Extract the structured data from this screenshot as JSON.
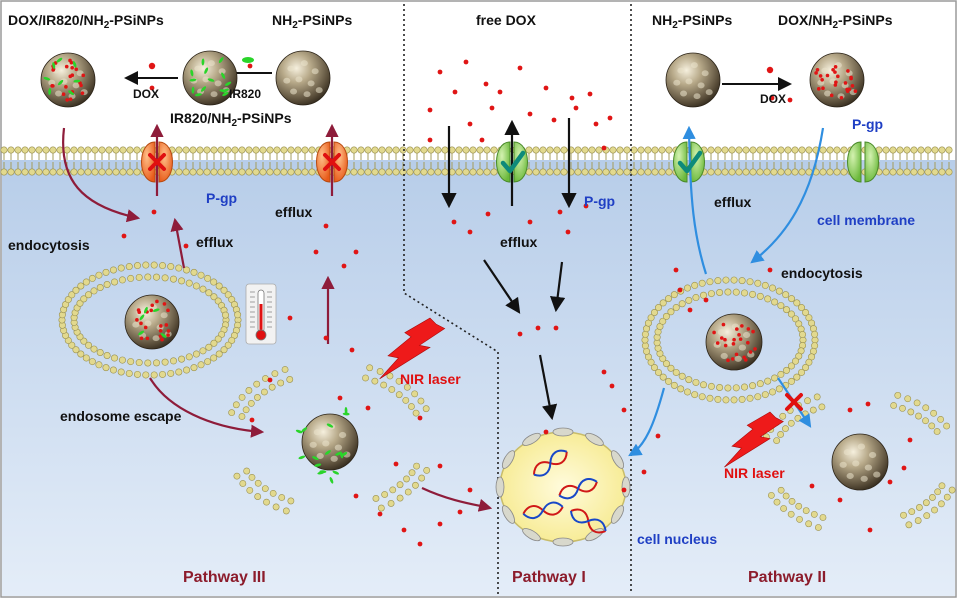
{
  "labels": {
    "title_left_a": "DOX/IR820/NH",
    "title_left_b": "-PSiNPs",
    "nh2_left_a": "NH",
    "nh2_left_b": "-PSiNPs",
    "dox_arrow_left": "DOX",
    "ir820_arrow": "IR820",
    "ir820_nh2_a": "IR820/NH",
    "ir820_nh2_b": "-PSiNPs",
    "free_dox": "free DOX",
    "nh2_right_a": "NH",
    "nh2_right_b": "-PSiNPs",
    "dox_nh2_right_a": "DOX/NH",
    "dox_nh2_right_b": "-PSiNPs",
    "dox_arrow_right": "DOX",
    "subscript_2": "2",
    "pgp_left": "P-gp",
    "pgp_mid": "P-gp",
    "pgp_right": "P-gp",
    "efflux_left_1": "efflux",
    "efflux_left_2": "efflux",
    "efflux_mid": "efflux",
    "efflux_right": "efflux",
    "endocytosis_left": "endocytosis",
    "endocytosis_right": "endocytosis",
    "cell_membrane": "cell membrane",
    "endosome_escape": "endosome escape",
    "nir_laser_left": "NIR laser",
    "nir_laser_right": "NIR laser",
    "cell_nucleus": "cell nucleus",
    "pathway_3": "Pathway III",
    "pathway_1": "Pathway I",
    "pathway_2": "Pathway II"
  },
  "colors": {
    "cytoplasm": "#c3d6ee",
    "membrane_bead": "#e2d98e",
    "lipid_tail": "#a59d5c",
    "pgp_blocked": "#f47a2c",
    "pgp_active": "#8fd160",
    "drug_dox": "#e01515",
    "drug_ir820": "#2ad42a",
    "arrow_pathway_3": "#8e1c3a",
    "arrow_pathway_2": "#2f8ee0",
    "nucleus": "#fff5ba"
  }
}
